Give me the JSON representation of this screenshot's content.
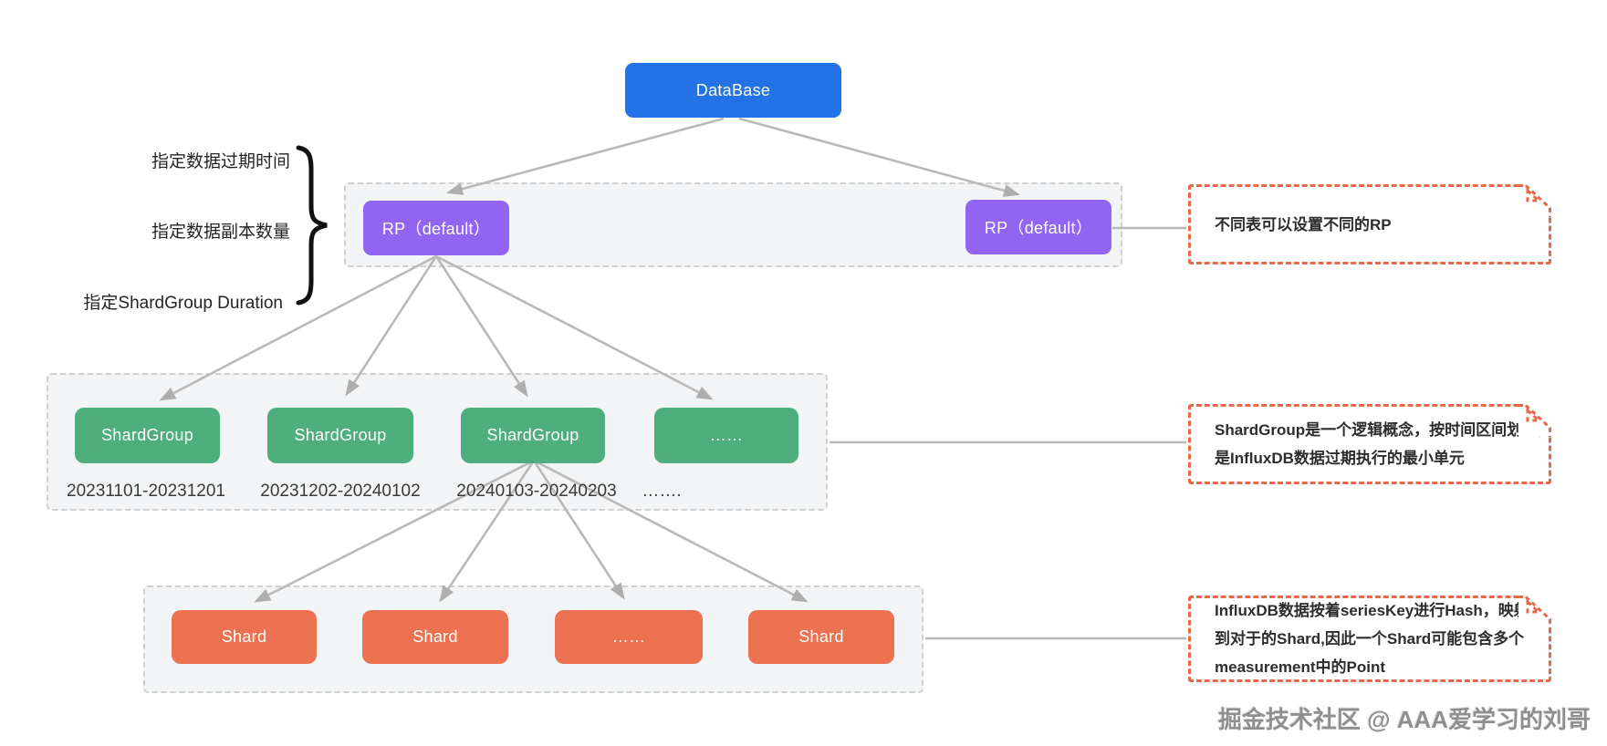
{
  "colors": {
    "database": "#2473e6",
    "rp": "#9164f1",
    "shardgroup": "#4fae7d",
    "shard": "#eb7150",
    "note_border": "#e8684a",
    "container_bg": "#f2f4f5",
    "container_border": "#d0d0d0",
    "arrow": "#b4b4b4",
    "brace": "#111111"
  },
  "left_labels": [
    "指定数据过期时间",
    "指定数据副本数量",
    "指定ShardGroup Duration"
  ],
  "tree": {
    "database": {
      "label": "DataBase"
    },
    "rp_row": {
      "boxes": [
        {
          "label": "RP（default）"
        },
        {
          "label": "RP（default）"
        }
      ]
    },
    "shardgroup_row": {
      "boxes": [
        {
          "label": "ShardGroup",
          "range": "20231101-20231201"
        },
        {
          "label": "ShardGroup",
          "range": "20231202-20240102"
        },
        {
          "label": "ShardGroup",
          "range": "20240103-20240203"
        },
        {
          "label": "……",
          "range": "……."
        }
      ]
    },
    "shard_row": {
      "boxes": [
        {
          "label": "Shard"
        },
        {
          "label": "Shard"
        },
        {
          "label": "……"
        },
        {
          "label": "Shard"
        }
      ]
    }
  },
  "notes": [
    {
      "lines": [
        "不同表可以设置不同的RP"
      ]
    },
    {
      "lines": [
        "ShardGroup是一个逻辑概念，按时间区间划分，",
        "是InfluxDB数据过期执行的最小单元"
      ]
    },
    {
      "lines": [
        "InfluxDB数据按着seriesKey进行Hash，映射给",
        "到对于的Shard,因此一个Shard可能包含多个",
        "measurement中的Point"
      ]
    }
  ],
  "watermark": "掘金技术社区 @ AAA爱学习的刘哥"
}
